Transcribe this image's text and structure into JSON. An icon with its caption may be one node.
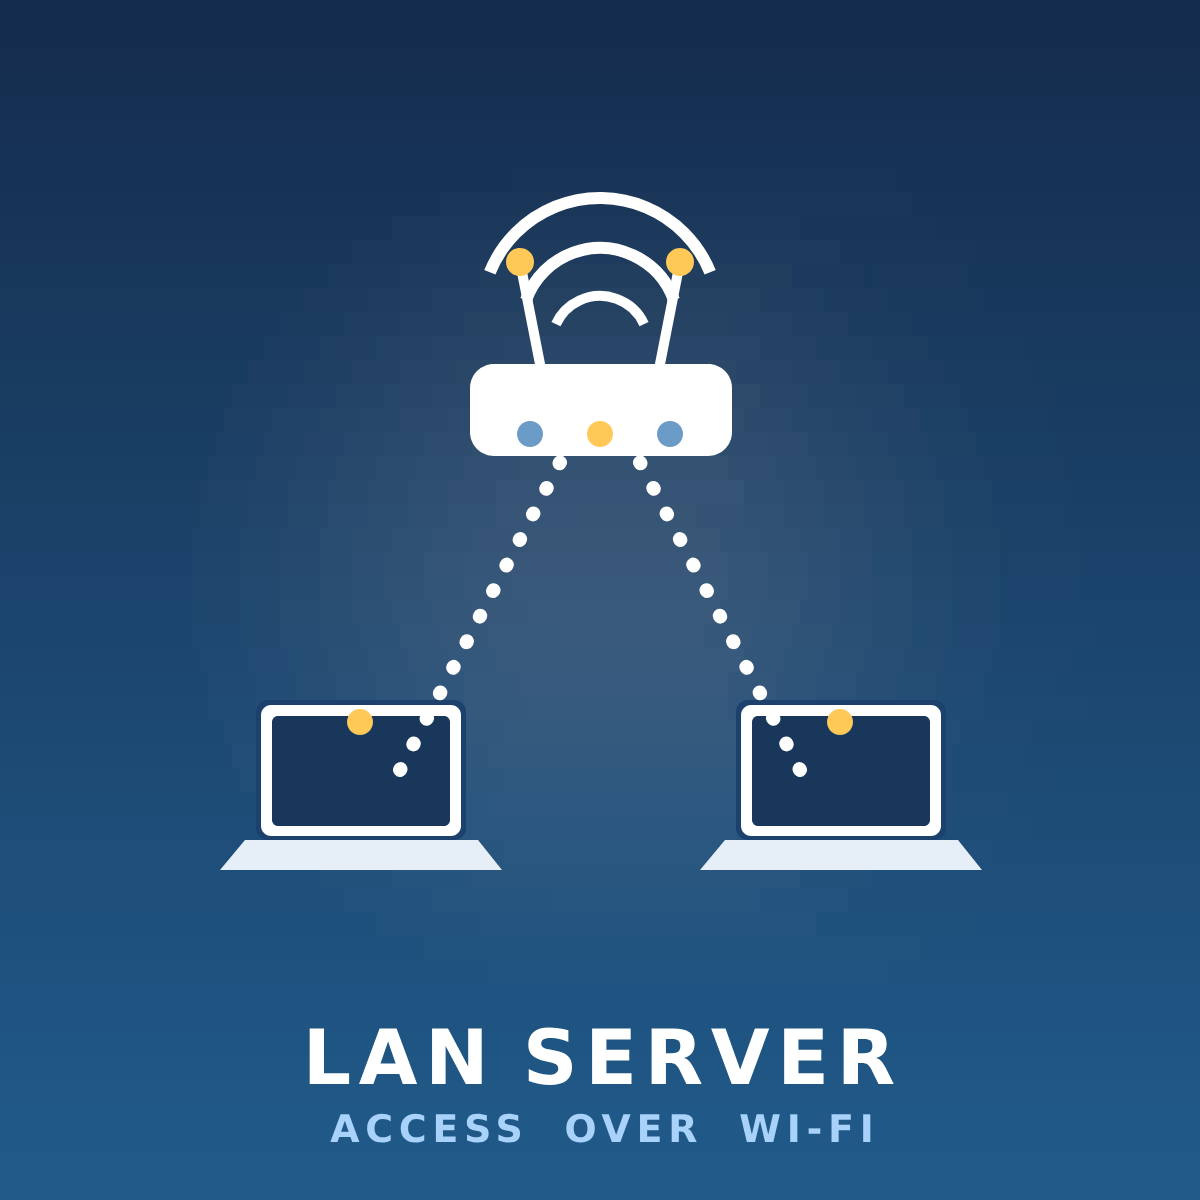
{
  "diagram": {
    "title": "LAN SERVER",
    "caption": "ACCESS OVER WI-FI",
    "nodes": [
      {
        "text": [],
        "shape": "picture"
      },
      {
        "text": [],
        "shape": "picture"
      },
      {
        "text": [],
        "shape": "picture"
      }
    ],
    "edges": [
      {
        "from": 0,
        "to": 1,
        "arrow": "none"
      },
      {
        "from": 0,
        "to": 2,
        "arrow": "none"
      }
    ]
  }
}
